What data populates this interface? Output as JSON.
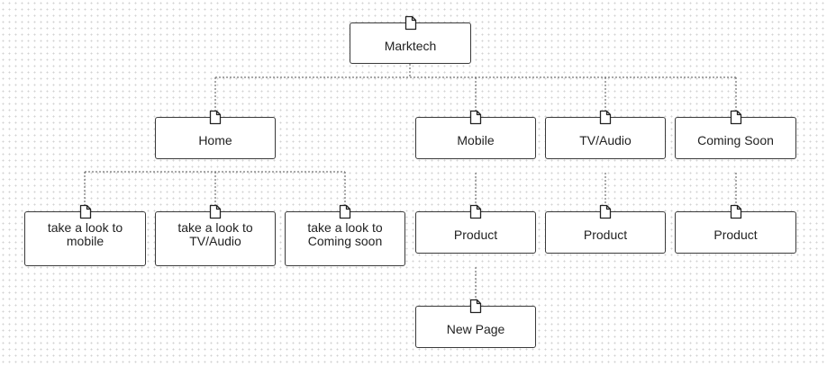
{
  "sitemap": {
    "root": {
      "label": "Marktech",
      "icon": "page-icon"
    },
    "home": {
      "label": "Home",
      "children": [
        {
          "label": "take a look to mobile"
        },
        {
          "label": "take a look to TV/Audio"
        },
        {
          "label": "take a look to Coming soon"
        }
      ]
    },
    "mobile": {
      "label": "Mobile",
      "product": "Product",
      "new_page": "New Page"
    },
    "tv_audio": {
      "label": "TV/Audio",
      "product": "Product"
    },
    "coming_soon": {
      "label": "Coming Soon",
      "product": "Product"
    }
  },
  "colors": {
    "node_border": "#3a3a3a",
    "connector": "#555555",
    "grid_dot": "#d2d2d2"
  }
}
